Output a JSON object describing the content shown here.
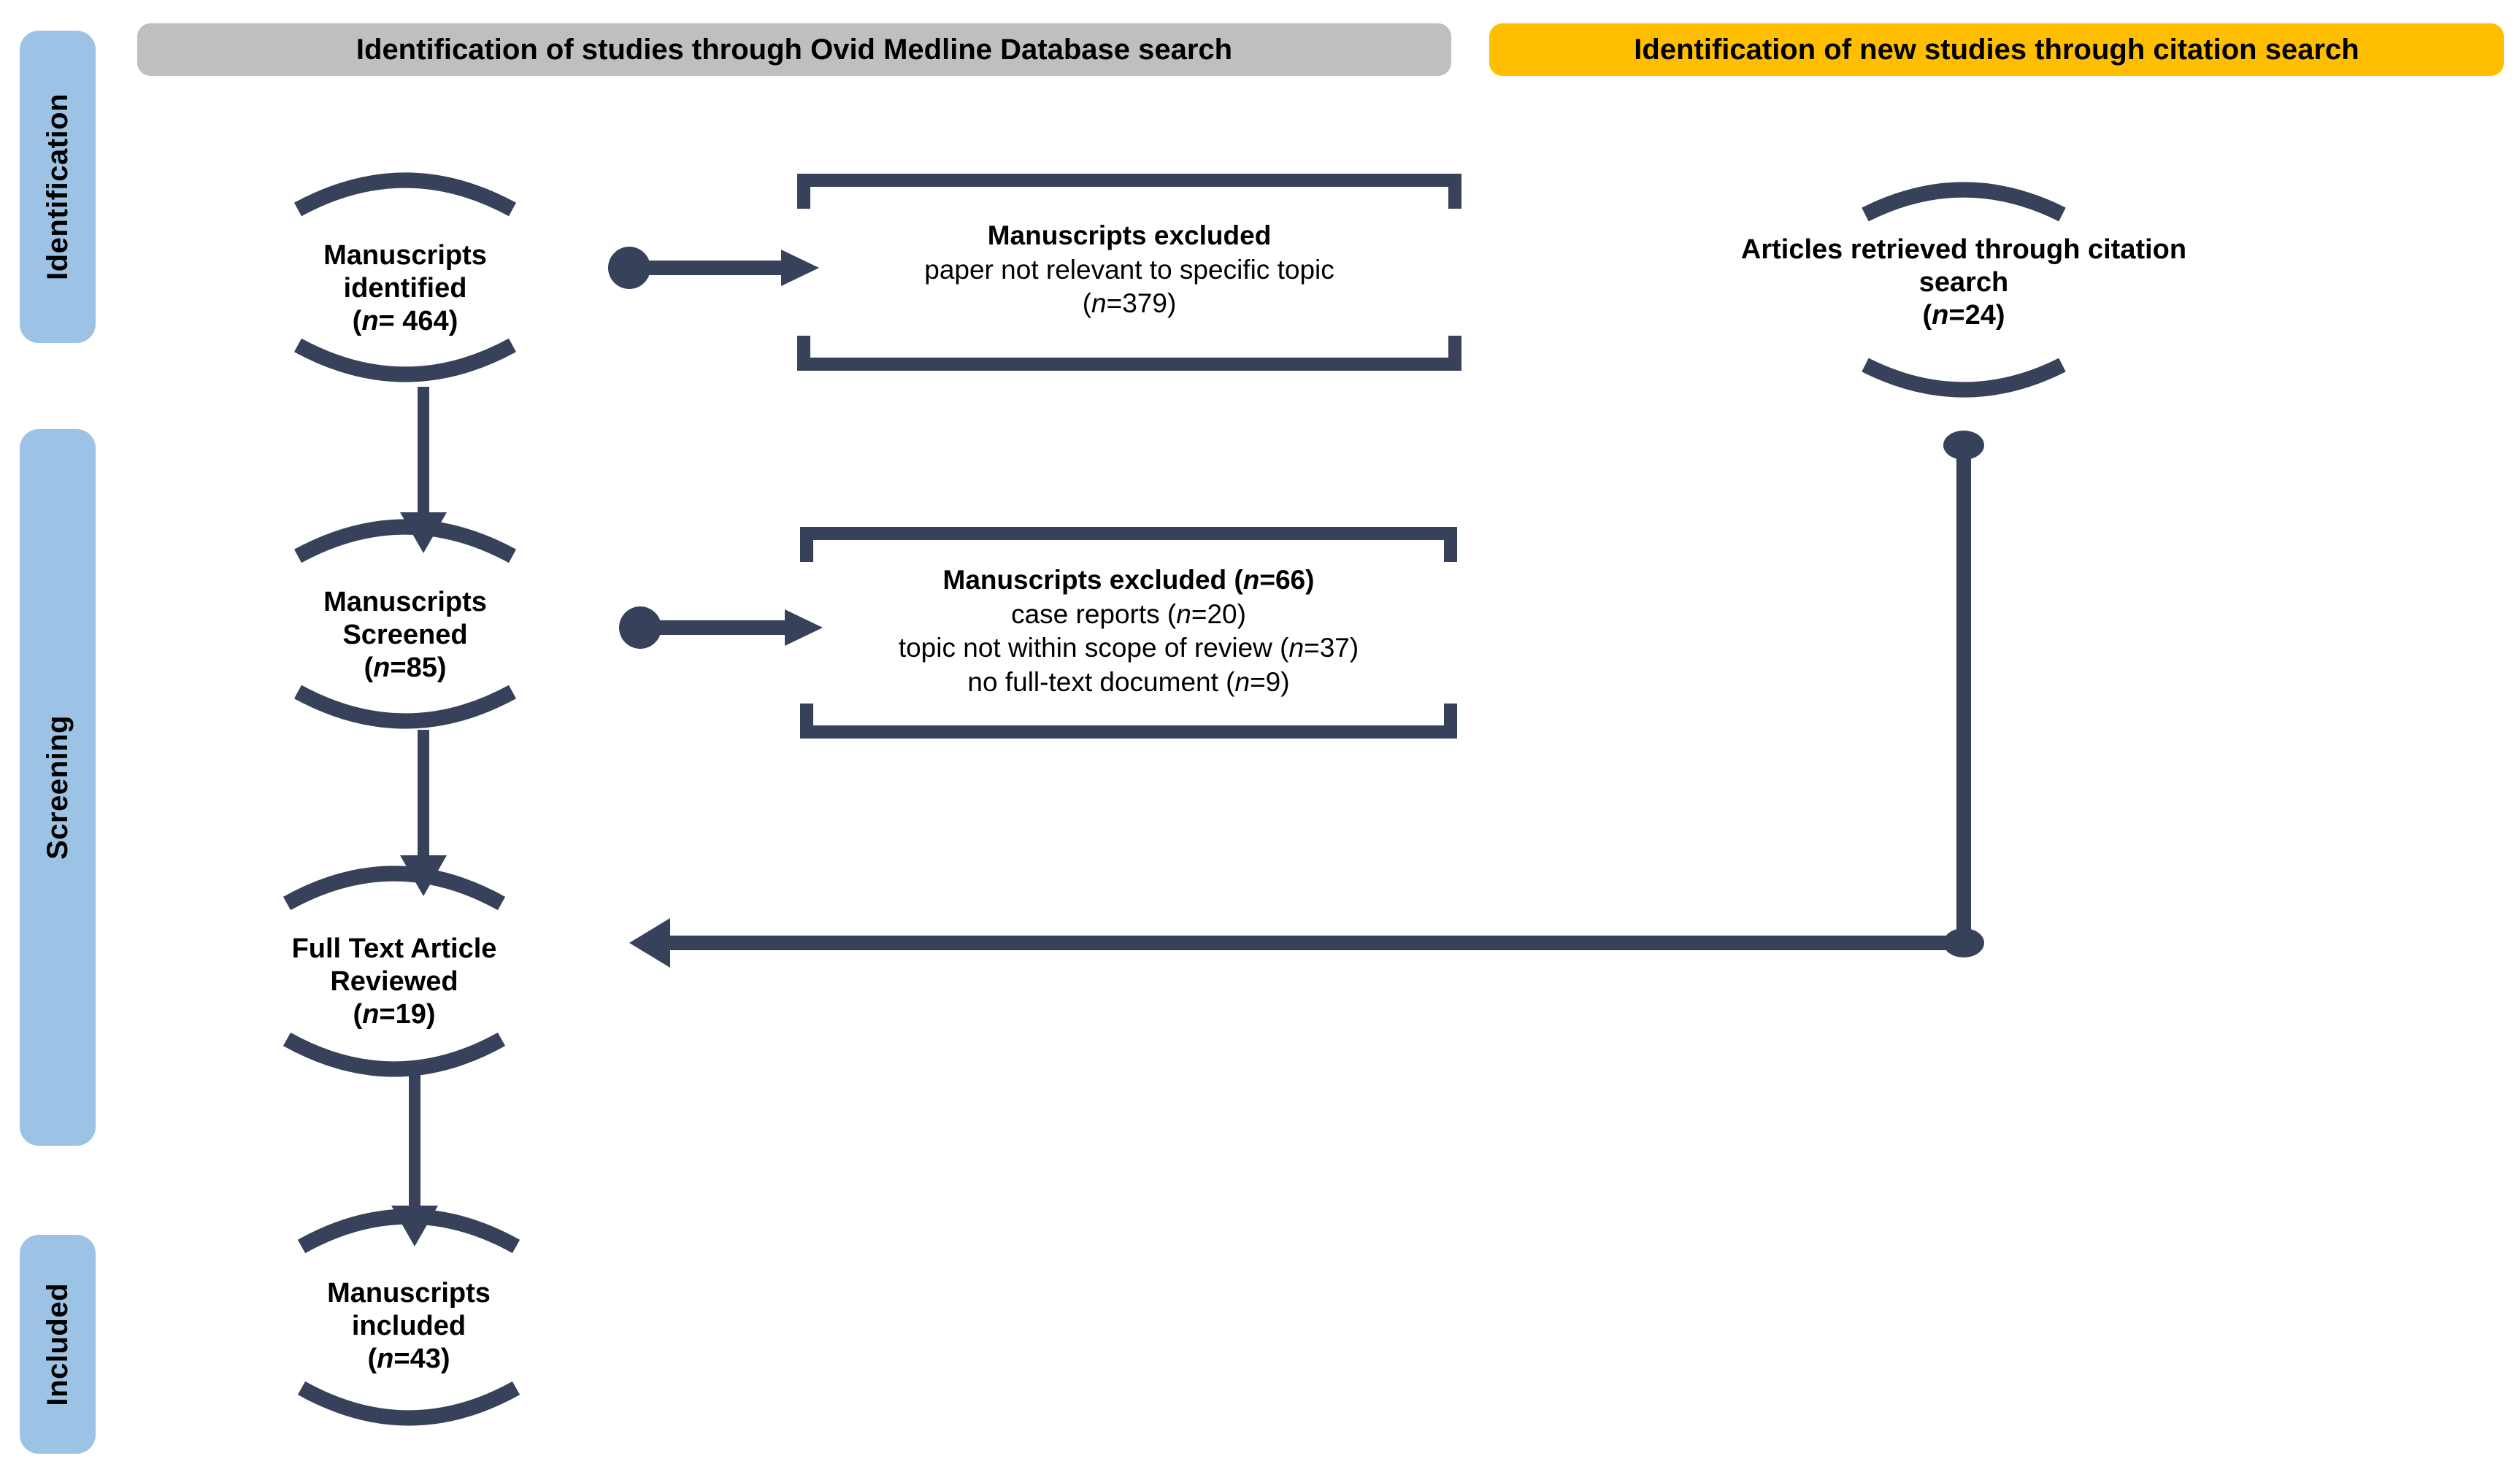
{
  "stages": [
    {
      "label": "Identification"
    },
    {
      "label": "Screening"
    },
    {
      "label": "Included"
    }
  ],
  "banners": {
    "left": "Identification of studies through Ovid Medline Database search",
    "right": "Identification of new studies through citation search"
  },
  "nodes": {
    "identified": {
      "title": "Manuscripts identified",
      "count": "(n= 464)",
      "n_label": "n",
      "n_value": "= 464"
    },
    "screened": {
      "title": "Manuscripts Screened",
      "count": "(n=85)",
      "n_label": "n",
      "n_value": "=85"
    },
    "fulltext": {
      "title": "Full Text Article Reviewed",
      "count": "(n=19)",
      "n_label": "n",
      "n_value": "=19"
    },
    "included": {
      "title": "Manuscripts included",
      "count": "(n=43)",
      "n_label": "n",
      "n_value": "=43"
    },
    "citation": {
      "title_line1": "Articles retrieved through citation",
      "title_line2": "search",
      "count": "(n=24)",
      "n_label": "n",
      "n_value": "=24"
    }
  },
  "exclusions": {
    "first": {
      "heading": "Manuscripts excluded",
      "reason": "paper not relevant to specific topic",
      "count": "(n=379)",
      "n_label": "n",
      "n_value": "=379"
    },
    "second": {
      "heading": "Manuscripts excluded (n=66)",
      "heading_prefix": "Manuscripts excluded (",
      "heading_n": "n",
      "heading_suffix": "=66)",
      "reasons": [
        {
          "text_prefix": "case reports (",
          "n_label": "n",
          "text_suffix": "=20)"
        },
        {
          "text_prefix": "topic not within scope of review (",
          "n_label": "n",
          "text_suffix": "=37)"
        },
        {
          "text_prefix": "no full-text document (",
          "n_label": "n",
          "text_suffix": "=9)"
        }
      ]
    }
  },
  "colors": {
    "ink": "#38415A",
    "stage_pill": "#9CC3E6",
    "banner_grey": "#BFBFBF",
    "banner_yellow": "#FFBF00",
    "text": "#000000"
  },
  "chart_data": {
    "type": "table",
    "title": "PRISMA flow of study selection",
    "categories": [
      "Manuscripts identified",
      "Manuscripts excluded (not relevant)",
      "Manuscripts Screened",
      "Manuscripts excluded (screening)",
      "case reports",
      "topic not within scope of review",
      "no full-text document",
      "Full Text Article Reviewed",
      "Articles retrieved through citation search",
      "Manuscripts included"
    ],
    "values": [
      464,
      379,
      85,
      66,
      20,
      37,
      9,
      19,
      24,
      43
    ]
  }
}
